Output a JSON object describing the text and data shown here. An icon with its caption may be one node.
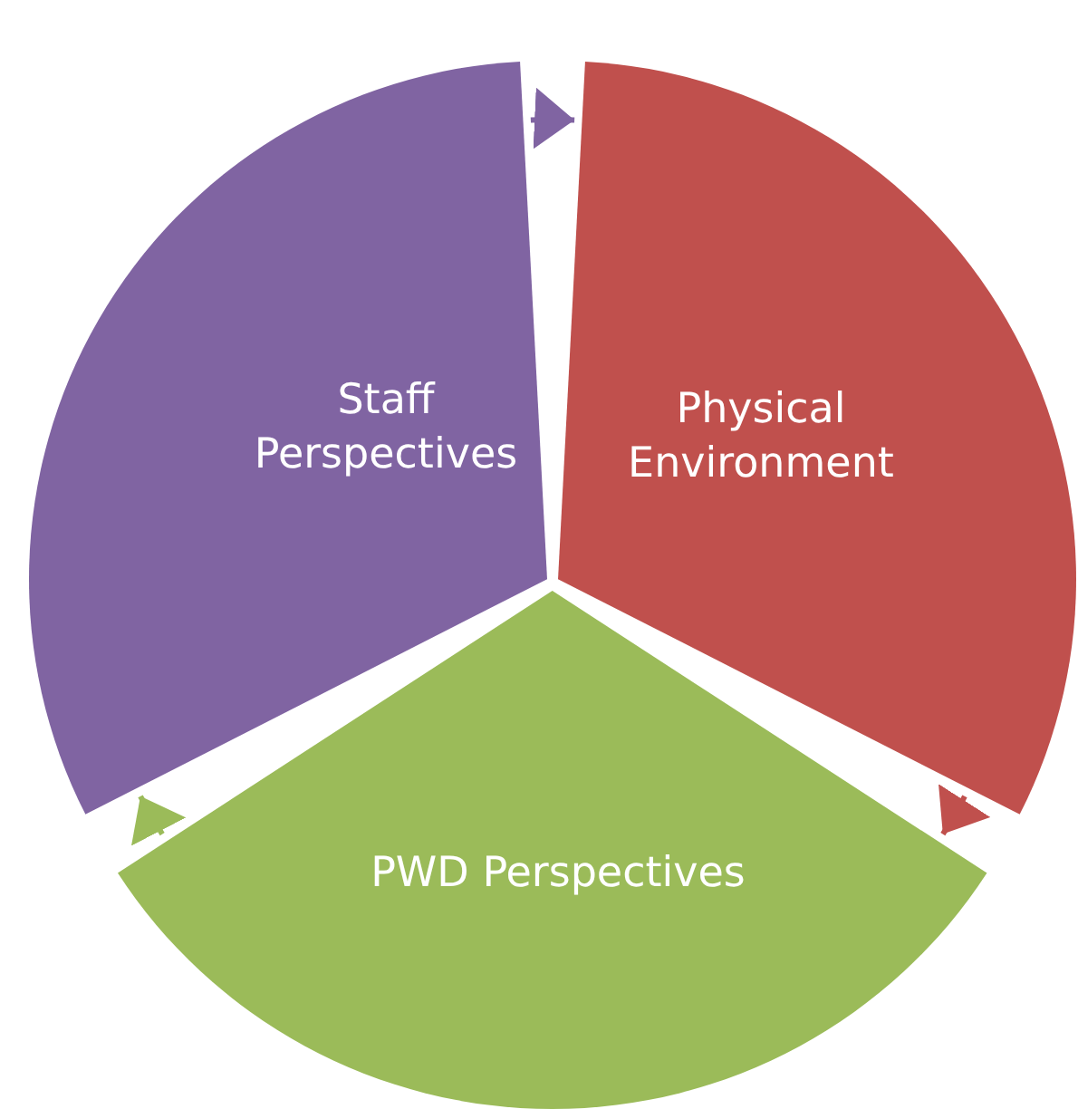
{
  "diagram": {
    "nodes": [
      {
        "text": [
          "Staff Perspectives"
        ]
      },
      {
        "text": [
          "Physical Environment"
        ]
      },
      {
        "text": [
          "PWD Perspectives"
        ]
      }
    ],
    "edges": [
      {
        "from": 0,
        "to": 1,
        "arrow": "to",
        "color": "#8064a2"
      },
      {
        "from": 1,
        "to": 2,
        "arrow": "to",
        "color": "#c0504d"
      },
      {
        "from": 2,
        "to": 0,
        "arrow": "to",
        "color": "#9bbb59"
      }
    ]
  }
}
